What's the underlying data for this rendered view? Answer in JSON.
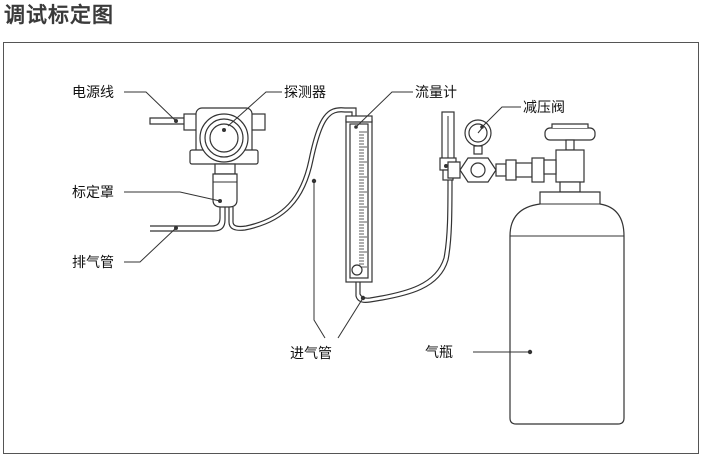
{
  "title": "调试标定图",
  "labels": {
    "power_line": "电源线",
    "detector": "探测器",
    "flowmeter": "流量计",
    "pressure_reducer": "减压阀",
    "calibration_cover": "标定罩",
    "exhaust_pipe": "排气管",
    "intake_pipe": "进气管",
    "gas_cylinder": "气瓶"
  },
  "colors": {
    "line": "#333333",
    "title": "#3a3a3a",
    "border": "#555555"
  }
}
